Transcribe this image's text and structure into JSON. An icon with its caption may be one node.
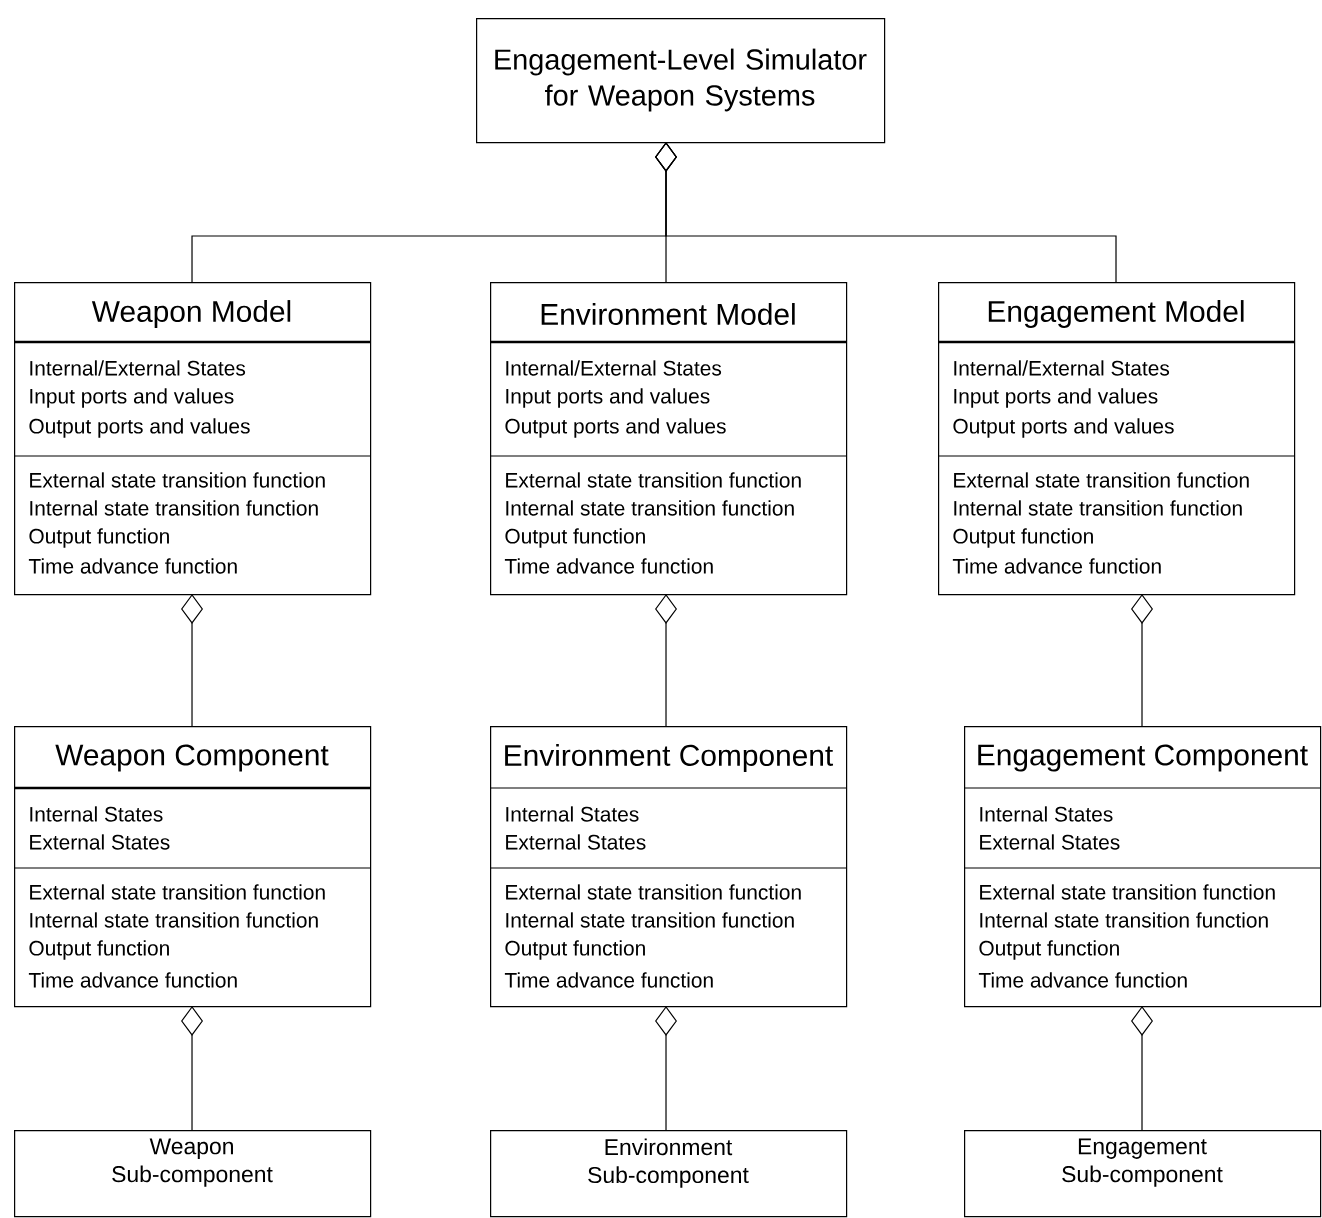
{
  "diagram": {
    "nodes": [
      {
        "text": [
          "Engagement-Level Simulator for Weapon Systems"
        ]
      },
      {
        "text": [
          "Weapon Model",
          "Internal/External States",
          "Input ports and values",
          "Output ports and values",
          "External state transition function",
          "Internal state transition function",
          "Output function",
          "Time advance function"
        ]
      },
      {
        "text": [
          "Environment Model",
          "Internal/External States",
          "Input ports and values",
          "Output ports and values",
          "External state transition function",
          "Internal state transition function",
          "Output function",
          "Time advance function"
        ]
      },
      {
        "text": [
          "Engagement Model",
          "Internal/External States",
          "Input ports and values",
          "Output ports and values",
          "External state transition function",
          "Internal state transition function",
          "Output function",
          "Time advance function"
        ]
      },
      {
        "text": [
          "Weapon Component",
          "Internal States",
          "External States",
          "External state transition function",
          "Internal state transition function",
          "Output function",
          "Time advance function"
        ]
      },
      {
        "text": [
          "Environment Component",
          "Internal States",
          "External States",
          "External state transition function",
          "Internal state transition function",
          "Output function",
          "Time advance function"
        ]
      },
      {
        "text": [
          "Engagement Component",
          "Internal States",
          "External States",
          "External state transition function",
          "Internal state transition function",
          "Output function",
          "Time advance function"
        ]
      },
      {
        "text": [
          "Weapon Sub-component"
        ]
      },
      {
        "text": [
          "Environment Sub-component"
        ]
      },
      {
        "text": [
          "Engagement Sub-component"
        ]
      }
    ],
    "edges": [
      {
        "from": 1,
        "to": 0,
        "arrow": "other"
      },
      {
        "from": 2,
        "to": 0,
        "arrow": "other"
      },
      {
        "from": 3,
        "to": 0,
        "arrow": "other"
      },
      {
        "from": 4,
        "to": 1,
        "arrow": "other"
      },
      {
        "from": 5,
        "to": 2,
        "arrow": "other"
      },
      {
        "from": 6,
        "to": 3,
        "arrow": "other"
      },
      {
        "from": 7,
        "to": 4,
        "arrow": "other"
      },
      {
        "from": 8,
        "to": 5,
        "arrow": "other"
      },
      {
        "from": 9,
        "to": 6,
        "arrow": "other"
      }
    ]
  }
}
